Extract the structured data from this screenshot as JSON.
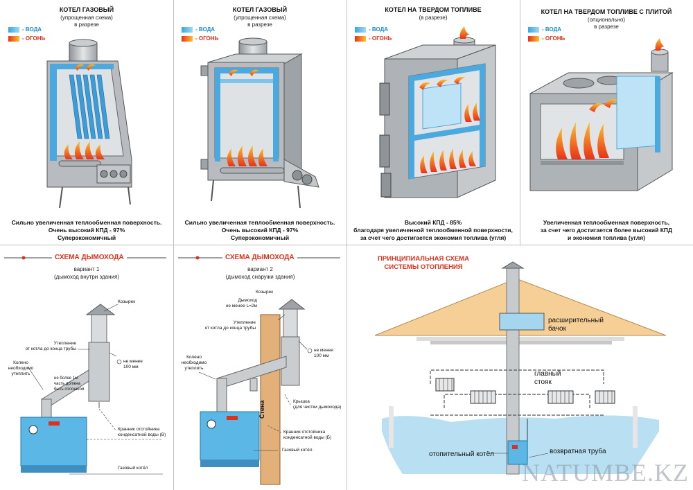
{
  "legend": {
    "water": "- ВОДА",
    "fire": "- ОГОНЬ"
  },
  "panels": [
    {
      "title": "КОТЕЛ ГАЗОВЫЙ",
      "subtitle": [
        "(упрощенная схема)",
        "в разрезе"
      ],
      "caption": [
        "Сильно увеличенная теплообменная поверхность.",
        "Очень высокий КПД - 97%",
        "Суперэкономичный"
      ]
    },
    {
      "title": "КОТЕЛ ГАЗОВЫЙ",
      "subtitle": [
        "(упрощенная схема)",
        "в разрезе"
      ],
      "caption": [
        "Сильно увеличенная теплообменная поверхность.",
        "Очень высокий КПД - 97%",
        "Суперэкономичный"
      ]
    },
    {
      "title": "КОТЕЛ НА ТВЕРДОМ ТОПЛИВЕ",
      "subtitle": [
        "(в разрезе)"
      ],
      "caption": [
        "Высокий КПД - 85%",
        "благодаря увеличенной теплообменной поверхности,",
        "за счет чего достигается экономия топлива (угля)"
      ]
    },
    {
      "title": "КОТЕЛ НА ТВЕРДОМ ТОПЛИВЕ С ПЛИТОЙ",
      "subtitle": [
        "(опционально)",
        "в разрезе"
      ],
      "caption": [
        "Увеличенная теплообменная поверхность,",
        "за счет чего достигается более высокий КПД",
        "и экономия топлива (угля)"
      ]
    }
  ],
  "chimney": {
    "title": "СХЕМА ДЫМОХОДА",
    "v1": {
      "variant": "вариант 1",
      "sub": "(дымоход внутри здания)",
      "labels": {
        "cap": "Козырек",
        "insul": [
          "Утепление",
          "от котла до конца трубы"
        ],
        "elbow": [
          "Колено",
          "необходимо",
          "утеплить"
        ],
        "slope": [
          "не более 1м",
          "часть должна",
          "быть сплошной"
        ],
        "dia": [
          "не менее",
          "100 мм"
        ],
        "tap": [
          "Кранник отстойника",
          "конденсатной воды (В)"
        ],
        "boiler": "Газовый котёл"
      }
    },
    "v2": {
      "variant": "вариант 2",
      "sub": "(дымоход снаружи здания)",
      "labels": {
        "cap": "Козырек",
        "height": [
          "Дымоход",
          "не менее L=2м"
        ],
        "insul": [
          "Утепление",
          "от котла до конца трубы"
        ],
        "dia": [
          "не менее",
          "100 мм"
        ],
        "elbow": [
          "Колено",
          "необходимо",
          "утеплить"
        ],
        "lid": [
          "Крышка",
          "(для чистки дымохода)"
        ],
        "tap": [
          "Кранник отстойника",
          "конденсатной воды (Б)"
        ],
        "boiler": "Газовый котёл",
        "wall": "Стена"
      }
    }
  },
  "heating": {
    "title": [
      "ПРИНЦИПИАЛЬНАЯ СХЕМА",
      "СИСТЕМЫ ОТОПЛЕНИЯ"
    ],
    "labels": {
      "tank": [
        "расширительный",
        "бачок"
      ],
      "riser": [
        "главный",
        "стояк"
      ],
      "boiler": "отопительный котёл",
      "return": "возвратная труба"
    }
  },
  "watermark": "NATUMBE.KZ"
}
